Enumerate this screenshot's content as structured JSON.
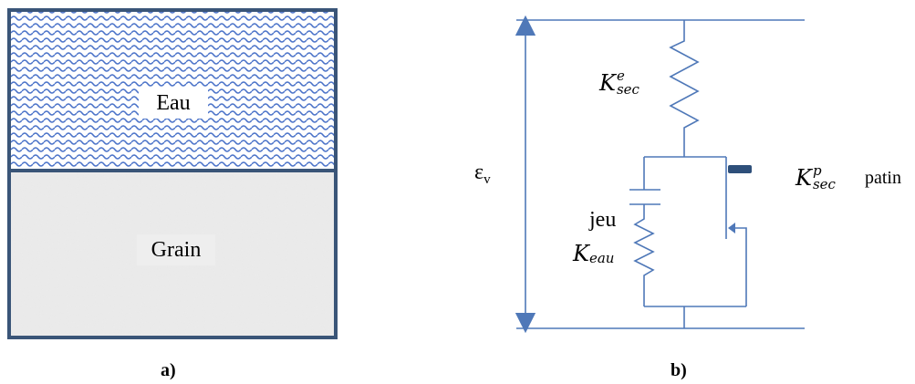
{
  "panel_a": {
    "water_label": "Eau",
    "grain_label": "Grain",
    "caption": "a)",
    "colors": {
      "border": "#3a5578",
      "water": "#4a72c8",
      "grain": "#c9c9c9"
    }
  },
  "panel_b": {
    "strain_label": "εv",
    "k_sec_e": {
      "base": "K",
      "sup": "e",
      "sub": "sec"
    },
    "k_sec_p": {
      "base": "K",
      "sup": "p",
      "sub": "sec"
    },
    "slider_label": "patin",
    "gap_label": "jeu",
    "k_eau": {
      "base": "K",
      "sub": "eau"
    },
    "caption": "b)",
    "colors": {
      "line": "#4f78b8",
      "slider": "#2e4f7a"
    }
  }
}
